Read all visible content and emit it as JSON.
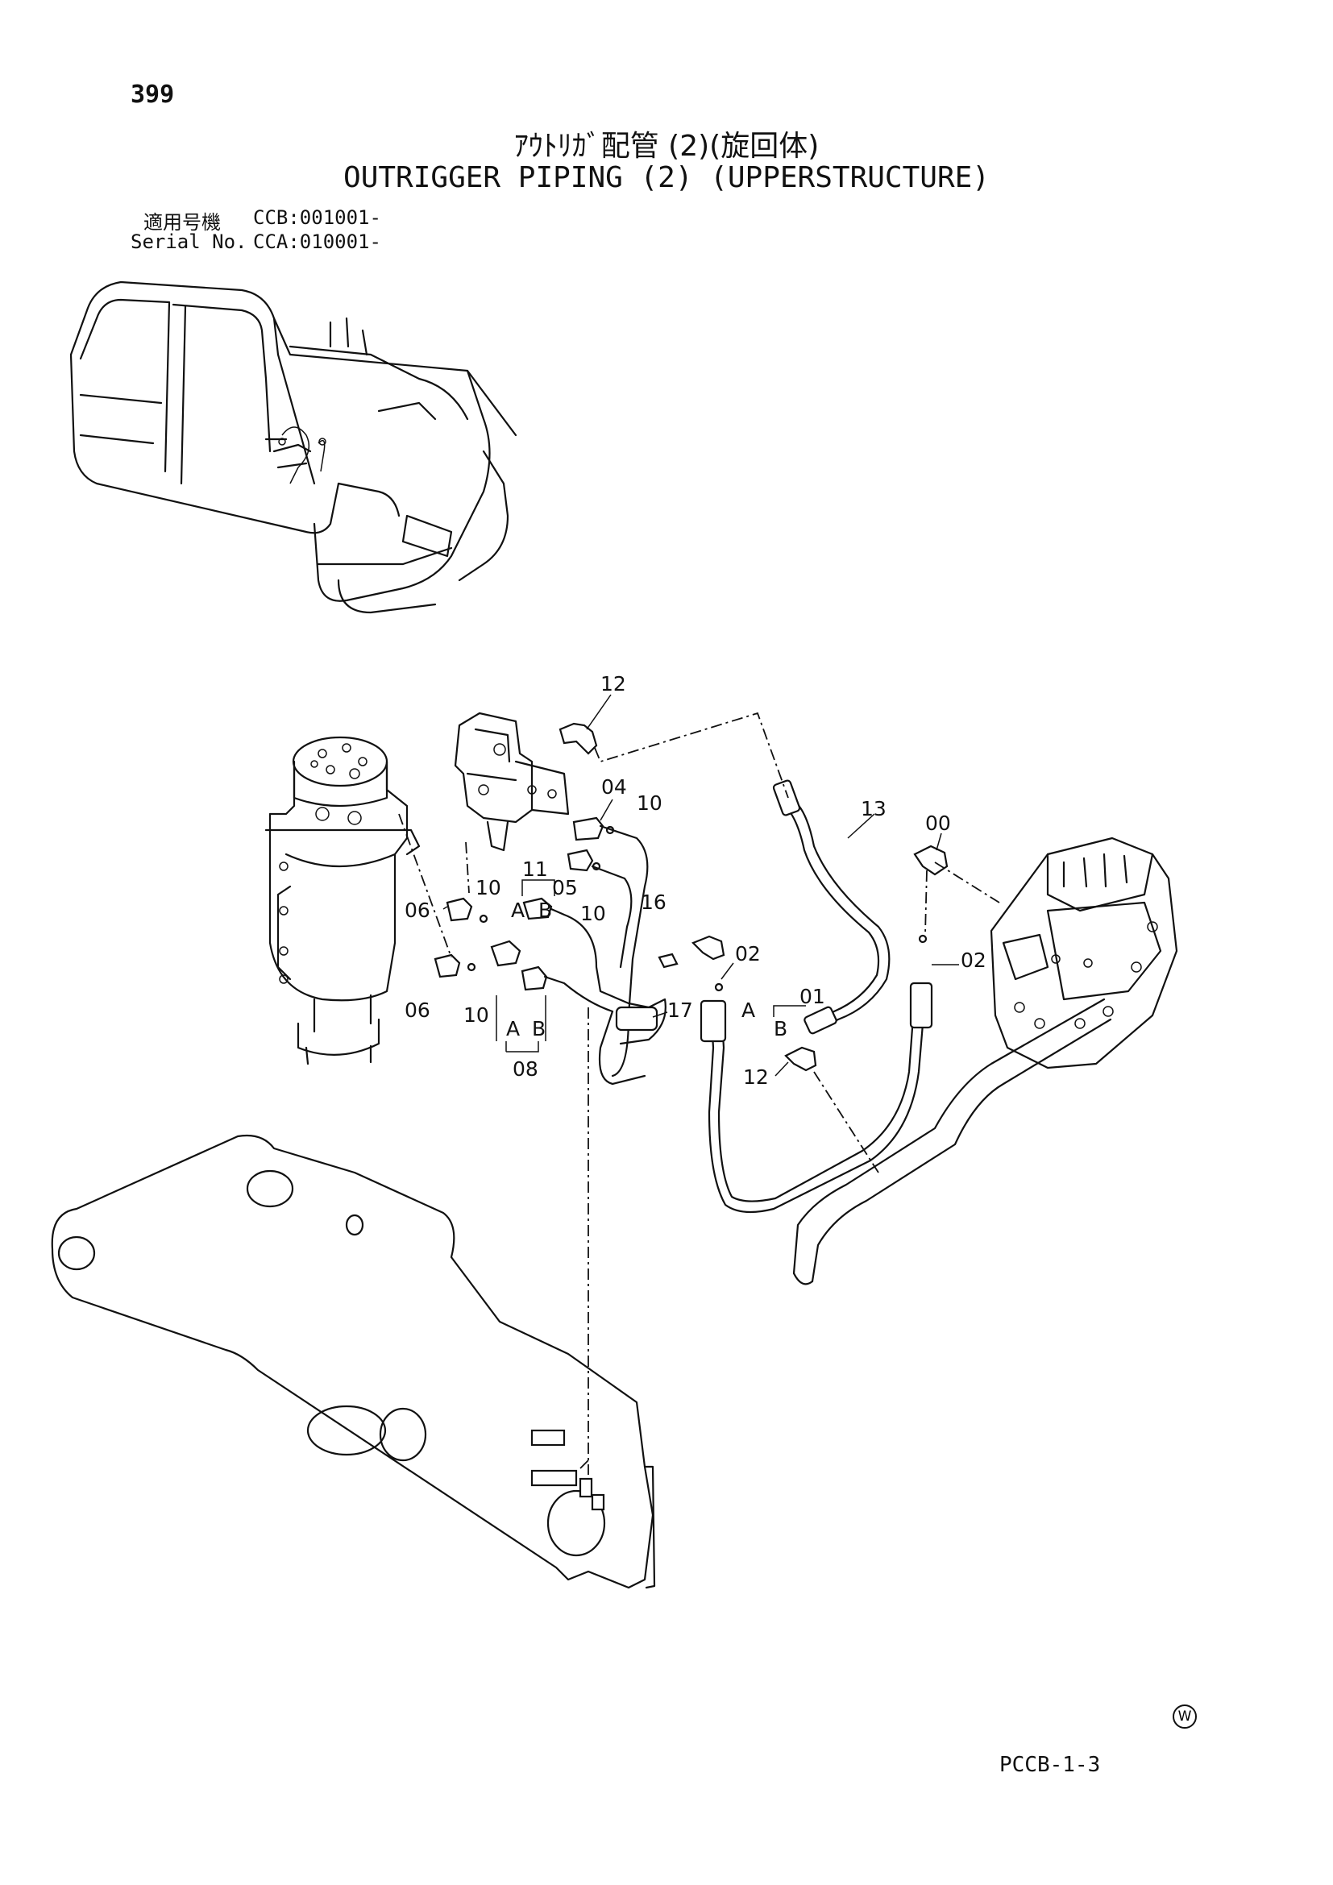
{
  "page_number": "399",
  "title_jp": "ｱｳﾄﾘｶﾞ配管 (2)(旋回体)",
  "title_en": "OUTRIGGER PIPING (2) (UPPERSTRUCTURE)",
  "serial": {
    "jp_label": "適用号機",
    "jp_value": "CCB:001001-",
    "en_label": "Serial No.",
    "en_value": "CCA:010001-"
  },
  "callouts": [
    "12",
    "04",
    "10",
    "13",
    "00",
    "06",
    "11",
    "05",
    "A",
    "B",
    "16",
    "02",
    "06",
    "10",
    "17",
    "01",
    "A",
    "B",
    "A",
    "B",
    "08",
    "12",
    "10",
    "10",
    "02"
  ],
  "w_mark": "W",
  "page_code": "PCCB-1-3"
}
